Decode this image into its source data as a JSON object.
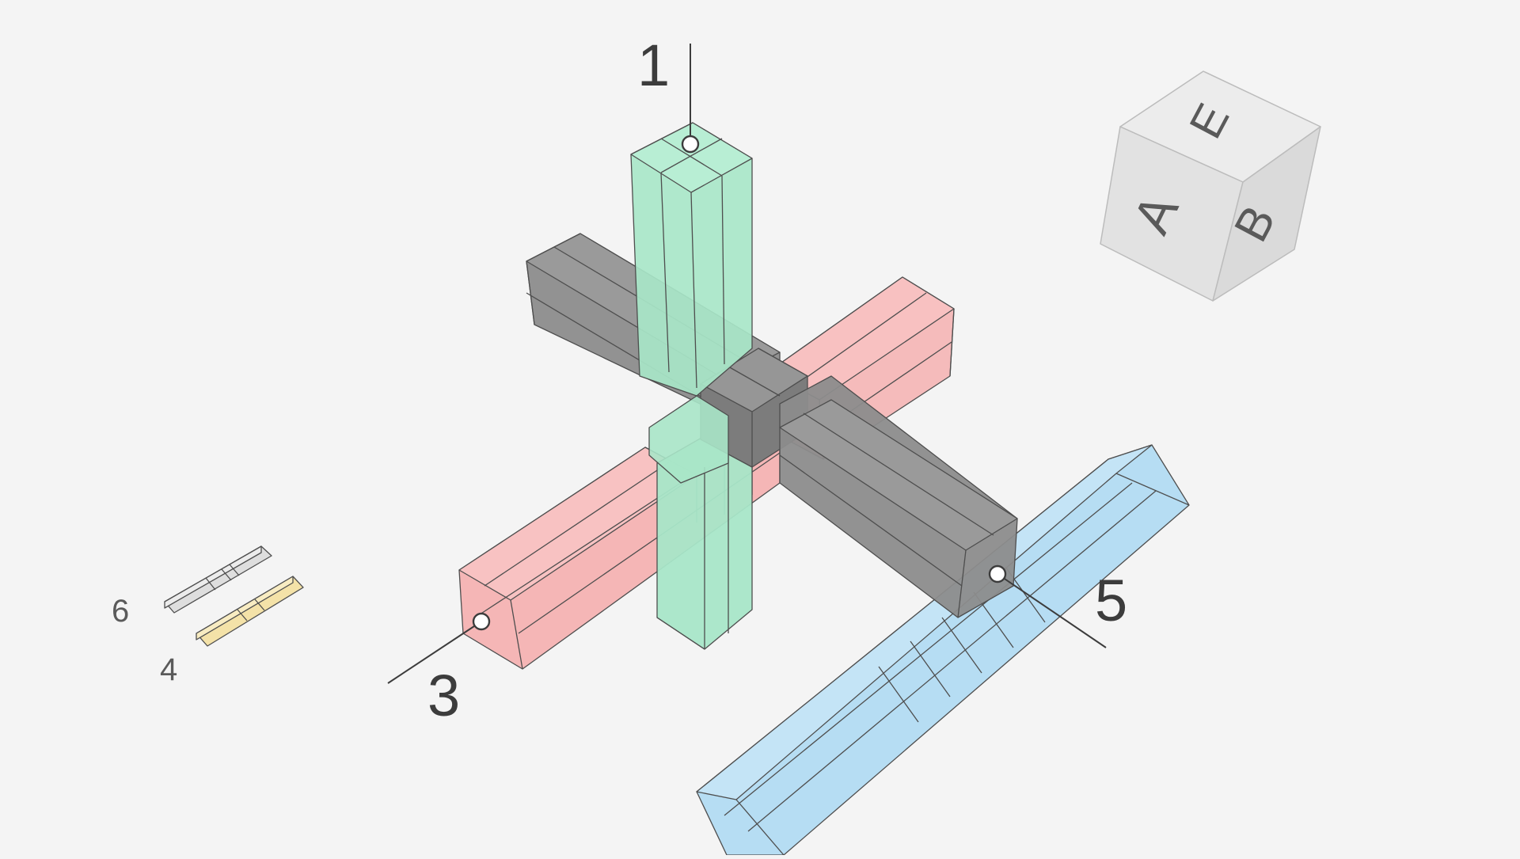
{
  "scene": {
    "background": "#f4f4f4",
    "callouts": {
      "part_1": "1",
      "part_3": "3",
      "part_5": "5",
      "part_6": "6",
      "part_4": "4"
    }
  },
  "viewcube": {
    "face_top": "E",
    "face_left": "A",
    "face_right": "B"
  },
  "colors": {
    "green_part": "#a8e6c8",
    "red_part": "#f4b0b0",
    "gray_part": "#8c8c8c",
    "blue_part": "#b0daf2",
    "outline": "#555555",
    "thumb_gray": "#dedede",
    "thumb_yellow": "#f4e2a8"
  },
  "icons": {
    "viewcube": "navigation-cube-icon",
    "part_6_thumbnail": "gray-bar-thumbnail",
    "part_4_thumbnail": "yellow-bar-thumbnail"
  }
}
